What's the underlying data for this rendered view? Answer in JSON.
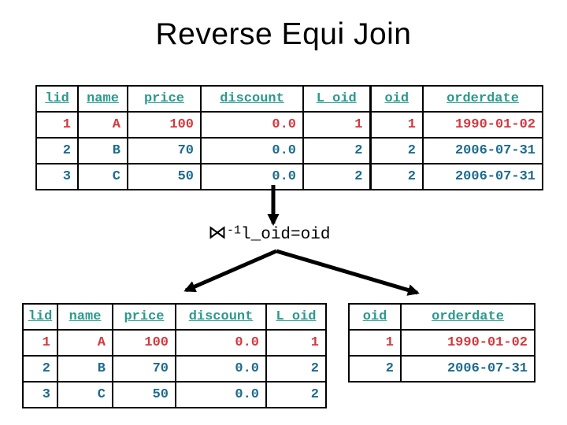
{
  "title": "Reverse Equi Join",
  "colors": {
    "header-teal": "#2a9a8e",
    "data-teal": "#1d6b8d",
    "highlight-red": "#d4383f",
    "line-black": "#000000"
  },
  "join": {
    "operator": "⋈",
    "exponent": "-1",
    "condition": "l_oid=oid"
  },
  "tables": {
    "joined": {
      "headers": [
        "lid",
        "name",
        "price",
        "discount",
        "L_oid",
        "oid",
        "orderdate"
      ],
      "rows": [
        {
          "cells": [
            "1",
            "A",
            "100",
            "0.0",
            "1",
            "1",
            "1990-01-02"
          ]
        },
        {
          "cells": [
            "2",
            "B",
            "70",
            "0.0",
            "2",
            "2",
            "2006-07-31"
          ]
        },
        {
          "cells": [
            "3",
            "C",
            "50",
            "0.0",
            "2",
            "2",
            "2006-07-31"
          ]
        }
      ]
    },
    "lineitem": {
      "headers": [
        "lid",
        "name",
        "price",
        "discount",
        "L_oid"
      ],
      "rows": [
        {
          "cells": [
            "1",
            "A",
            "100",
            "0.0",
            "1"
          ]
        },
        {
          "cells": [
            "2",
            "B",
            "70",
            "0.0",
            "2"
          ]
        },
        {
          "cells": [
            "3",
            "C",
            "50",
            "0.0",
            "2"
          ]
        }
      ]
    },
    "orders": {
      "headers": [
        "oid",
        "orderdate"
      ],
      "rows": [
        {
          "cells": [
            "1",
            "1990-01-02"
          ]
        },
        {
          "cells": [
            "2",
            "2006-07-31"
          ]
        }
      ]
    }
  }
}
